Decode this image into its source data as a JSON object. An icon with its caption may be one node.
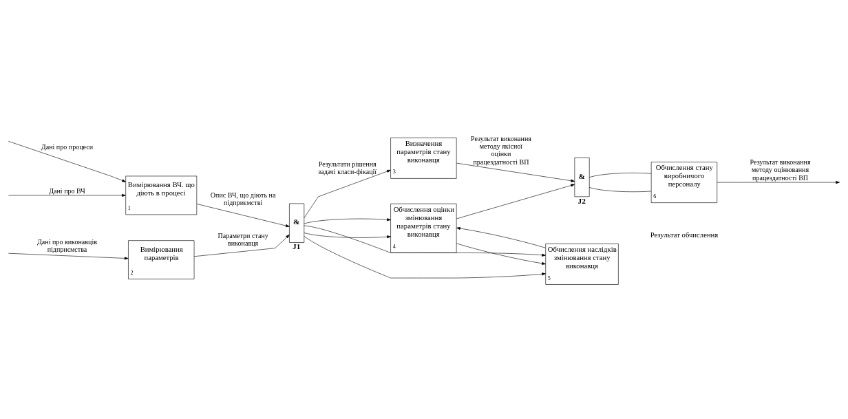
{
  "diagram": {
    "nodes": [
      {
        "text": [
          "Вимірювання ВЧ. що діють в процесі",
          "1"
        ]
      },
      {
        "text": [
          "Вимірювання параметрів",
          "2"
        ]
      },
      {
        "text": [
          "&"
        ],
        "beside": [
          "J1"
        ]
      },
      {
        "text": [
          "Визначення параметрів стану виконавця",
          "3"
        ]
      },
      {
        "text": [
          "Обчислення оцінки змінювання параметрів стану виконавця",
          "4"
        ]
      },
      {
        "text": [
          "Обчислення наслідків змінювання стану виконавця",
          "5"
        ]
      },
      {
        "text": [
          "&"
        ],
        "beside": [
          "J2"
        ]
      },
      {
        "text": [
          "Обчислення стану виробничого персоналу",
          "6"
        ]
      }
    ],
    "edges": [
      {
        "from": null,
        "to": 0,
        "arrow": "to",
        "label": "Дані про процеси"
      },
      {
        "from": null,
        "to": 0,
        "arrow": "to",
        "label": "Дані про ВЧ"
      },
      {
        "from": null,
        "to": 1,
        "arrow": "to",
        "label": "Дані про виконавців підприємства"
      },
      {
        "from": 0,
        "to": 2,
        "arrow": "to",
        "label": "Опис ВЧ, що діють на підприємстві"
      },
      {
        "from": 1,
        "to": 2,
        "arrow": "to",
        "label": "Параметри стану виконавця"
      },
      {
        "from": 2,
        "to": 3,
        "arrow": "to",
        "label": "Результати рішення задачі класи-фікації"
      },
      {
        "from": 2,
        "to": 4,
        "arrow": "to"
      },
      {
        "from": 2,
        "to": 5,
        "arrow": "to"
      },
      {
        "from": 2,
        "to": 4,
        "arrow": "to"
      },
      {
        "from": 2,
        "to": 5,
        "arrow": "to"
      },
      {
        "from": 4,
        "to": 5,
        "arrow": "to"
      },
      {
        "from": 5,
        "to": 4,
        "arrow": "to"
      },
      {
        "from": 3,
        "to": 6,
        "arrow": "to",
        "label": "Результат виконання методу якісної оцінки працездатності ВП"
      },
      {
        "from": 4,
        "to": 6,
        "arrow": "to"
      },
      {
        "from": 6,
        "to": 7,
        "arrow": "none"
      },
      {
        "from": 6,
        "to": 7,
        "arrow": "none"
      },
      {
        "from": 7,
        "to": null,
        "arrow": "to",
        "label": "Результат виконання методу оцінювання працездатності ВП"
      }
    ],
    "labels": [
      "Результат обчислення"
    ]
  }
}
